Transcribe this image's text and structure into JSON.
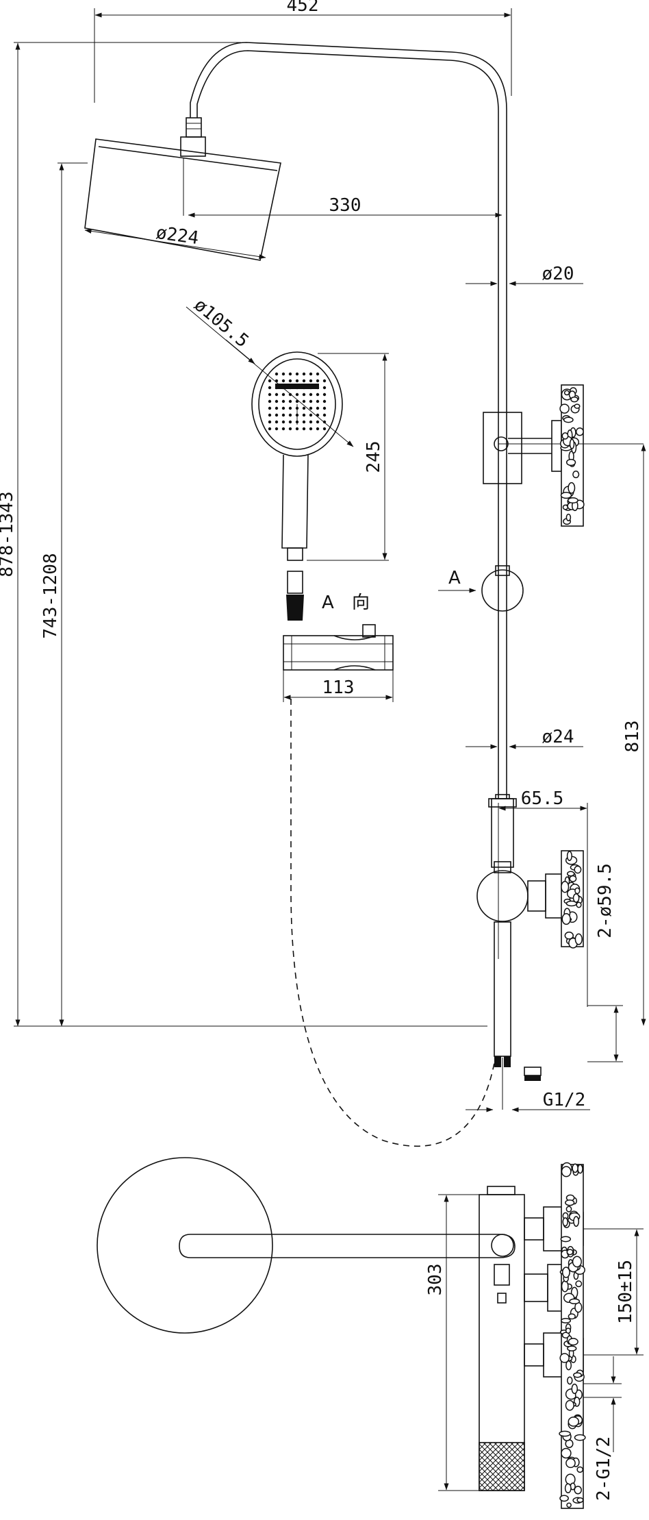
{
  "dimensions": {
    "overall_width": "452",
    "arm_reach": "330",
    "head_diameter": "ø224",
    "handshower_diameter": "ø105.5",
    "handshower_length": "245",
    "upper_pipe_diameter": "ø20",
    "lower_pipe_diameter": "ø24",
    "holder_width": "113",
    "bracket_spacing": "813",
    "valve_offset": "65.5",
    "wall_escutcheon": "2-ø59.5",
    "inlet_thread": "G1/2",
    "total_height": "878-1343",
    "head_height": "743-1208",
    "valve_height": "303",
    "inlet_spacing": "150±15",
    "inlet_thread_pair": "2-G1/2"
  },
  "labels": {
    "view_marker": "A",
    "view_marker_detail": "A",
    "view_direction": "向"
  }
}
